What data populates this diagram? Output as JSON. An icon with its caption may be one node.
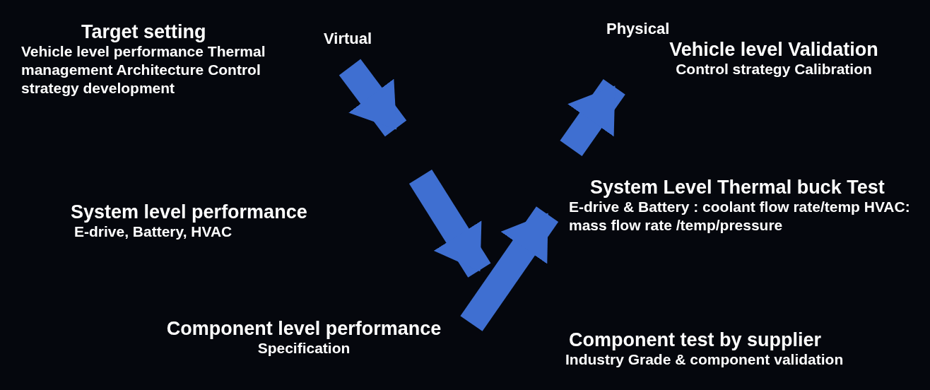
{
  "diagram": {
    "nodes": [
      {
        "text": [
          "Target setting",
          "Vehicle level performance Thermal management Architecture Control strategy development"
        ]
      },
      {
        "text": [
          "System level performance",
          "E-drive, Battery, HVAC"
        ]
      },
      {
        "text": [
          "Component level performance",
          "Specification"
        ]
      },
      {
        "text": [
          "Vehicle level Validation",
          "Control strategy Calibration"
        ]
      },
      {
        "text": [
          "System Level Thermal buck Test",
          "E-drive & Battery : coolant flow rate/temp HVAC: mass flow rate /temp/pressure"
        ]
      },
      {
        "text": [
          "Component test by supplier",
          "Industry Grade & component validation"
        ]
      }
    ],
    "edges": [
      {
        "from": 2,
        "to": 4,
        "arrow": "to"
      }
    ],
    "labels": [
      "Virtual",
      "Physical"
    ]
  }
}
